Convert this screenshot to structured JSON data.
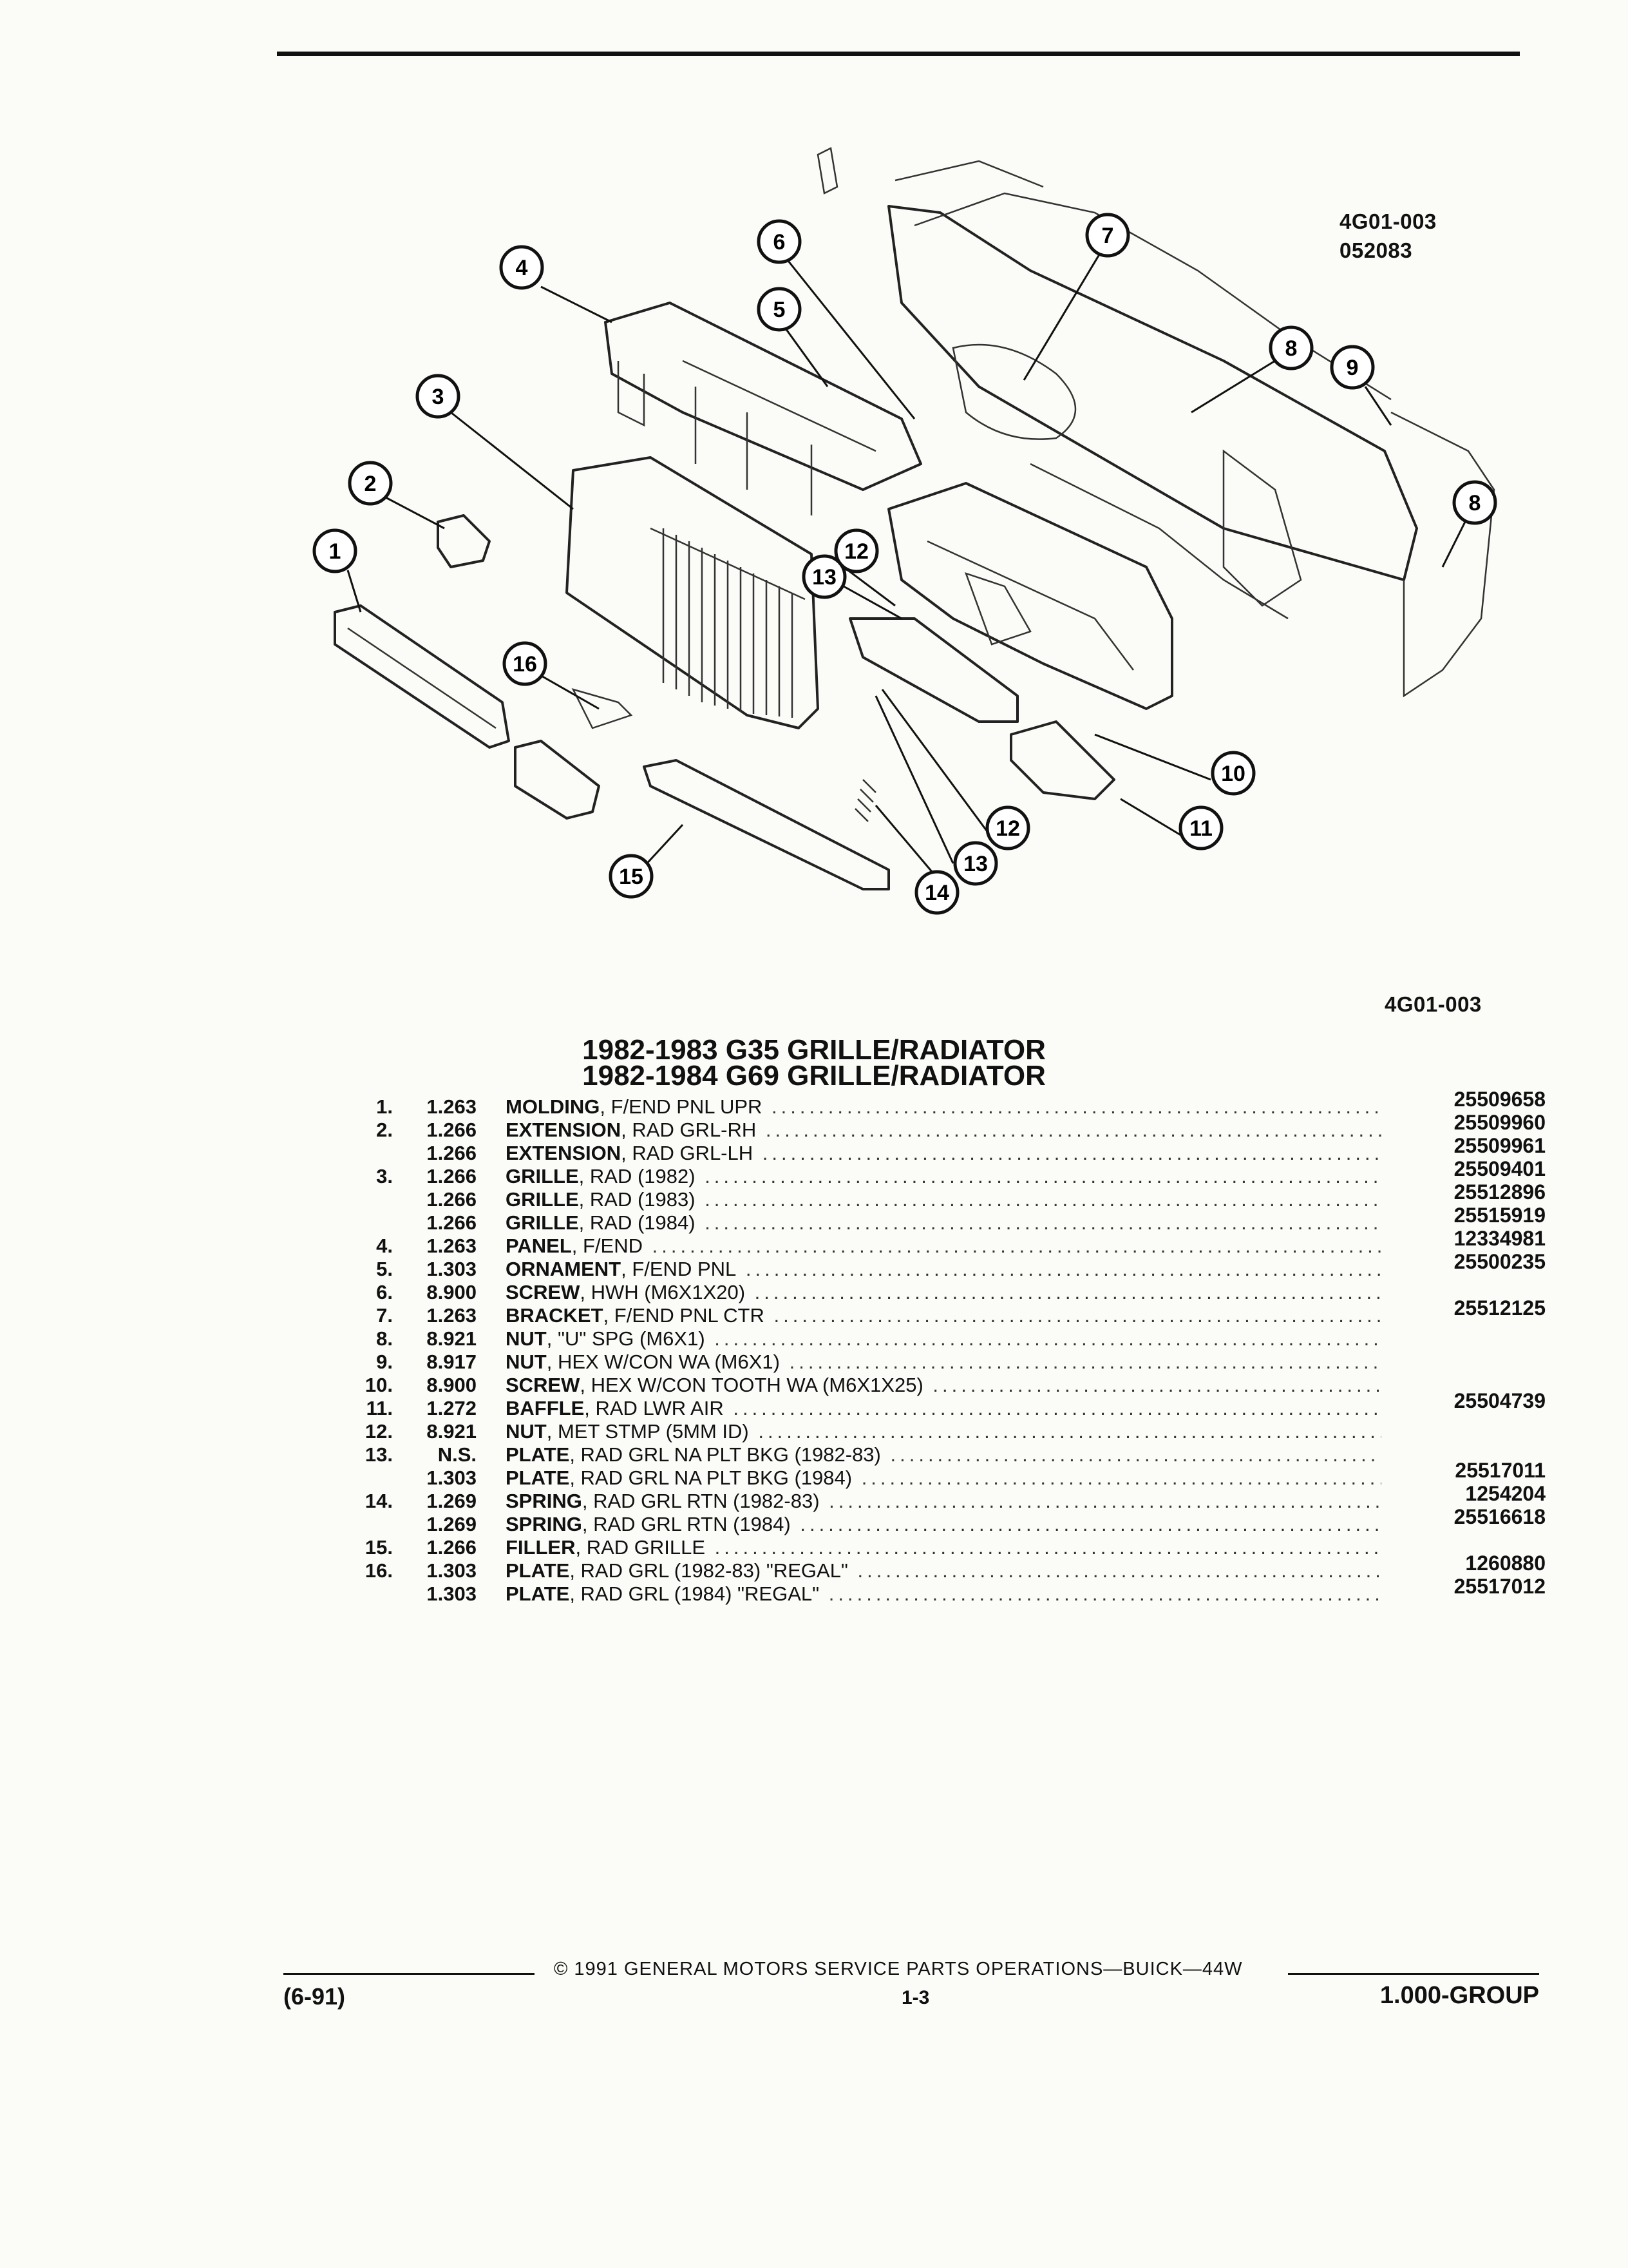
{
  "diagram": {
    "ref_top": "4G01-003",
    "ref_date": "052083",
    "ref_bottom": "4G01-003",
    "callouts": [
      "1",
      "2",
      "3",
      "4",
      "5",
      "6",
      "7",
      "8",
      "8",
      "9",
      "10",
      "11",
      "12",
      "12",
      "13",
      "13",
      "14",
      "15",
      "16"
    ]
  },
  "titles": {
    "line1": "1982-1983 G35 GRILLE/RADIATOR",
    "line2": "1982-1984 G69 GRILLE/RADIATOR"
  },
  "parts": [
    {
      "num": "1.",
      "group": "1.263",
      "name": "MOLDING",
      "desc": ", F/END PNL UPR",
      "pn": "25509658"
    },
    {
      "num": "2.",
      "group": "1.266",
      "name": "EXTENSION",
      "desc": ", RAD GRL-RH",
      "pn": "25509960"
    },
    {
      "num": "",
      "group": "1.266",
      "name": "EXTENSION",
      "desc": ", RAD GRL-LH",
      "pn": "25509961"
    },
    {
      "num": "3.",
      "group": "1.266",
      "name": "GRILLE",
      "desc": ", RAD (1982)",
      "pn": "25509401"
    },
    {
      "num": "",
      "group": "1.266",
      "name": "GRILLE",
      "desc": ", RAD (1983)",
      "pn": "25512896"
    },
    {
      "num": "",
      "group": "1.266",
      "name": "GRILLE",
      "desc": ", RAD (1984)",
      "pn": "25515919"
    },
    {
      "num": "4.",
      "group": "1.263",
      "name": "PANEL",
      "desc": ", F/END",
      "pn": "12334981"
    },
    {
      "num": "5.",
      "group": "1.303",
      "name": "ORNAMENT",
      "desc": ", F/END PNL",
      "pn": "25500235"
    },
    {
      "num": "6.",
      "group": "8.900",
      "name": "SCREW",
      "desc": ", HWH (M6X1X20)",
      "pn": ""
    },
    {
      "num": "7.",
      "group": "1.263",
      "name": "BRACKET",
      "desc": ", F/END PNL CTR",
      "pn": "25512125"
    },
    {
      "num": "8.",
      "group": "8.921",
      "name": "NUT",
      "desc": ", \"U\" SPG (M6X1)",
      "pn": ""
    },
    {
      "num": "9.",
      "group": "8.917",
      "name": "NUT",
      "desc": ", HEX W/CON WA (M6X1)",
      "pn": ""
    },
    {
      "num": "10.",
      "group": "8.900",
      "name": "SCREW",
      "desc": ", HEX W/CON TOOTH WA (M6X1X25)",
      "pn": ""
    },
    {
      "num": "11.",
      "group": "1.272",
      "name": "BAFFLE",
      "desc": ", RAD LWR AIR",
      "pn": "25504739"
    },
    {
      "num": "12.",
      "group": "8.921",
      "name": "NUT",
      "desc": ", MET STMP (5MM ID)",
      "pn": ""
    },
    {
      "num": "13.",
      "group": "N.S.",
      "name": "PLATE",
      "desc": ", RAD GRL NA PLT BKG (1982-83)",
      "pn": ""
    },
    {
      "num": "",
      "group": "1.303",
      "name": "PLATE",
      "desc": ", RAD GRL NA PLT BKG (1984)",
      "pn": "25517011"
    },
    {
      "num": "14.",
      "group": "1.269",
      "name": "SPRING",
      "desc": ", RAD GRL RTN (1982-83)",
      "pn": "1254204"
    },
    {
      "num": "",
      "group": "1.269",
      "name": "SPRING",
      "desc": ", RAD GRL RTN (1984)",
      "pn": "25516618"
    },
    {
      "num": "15.",
      "group": "1.266",
      "name": "FILLER",
      "desc": ", RAD GRILLE",
      "pn": ""
    },
    {
      "num": "16.",
      "group": "1.303",
      "name": "PLATE",
      "desc": ", RAD GRL (1982-83) \"REGAL\"",
      "pn": "1260880"
    },
    {
      "num": "",
      "group": "1.303",
      "name": "PLATE",
      "desc": ", RAD GRL (1984) \"REGAL\"",
      "pn": "25517012"
    }
  ],
  "footer": {
    "copyright": "© 1991 GENERAL MOTORS SERVICE PARTS OPERATIONS—BUICK—44W",
    "date": "(6-91)",
    "page": "1-3",
    "group": "1.000-GROUP"
  }
}
